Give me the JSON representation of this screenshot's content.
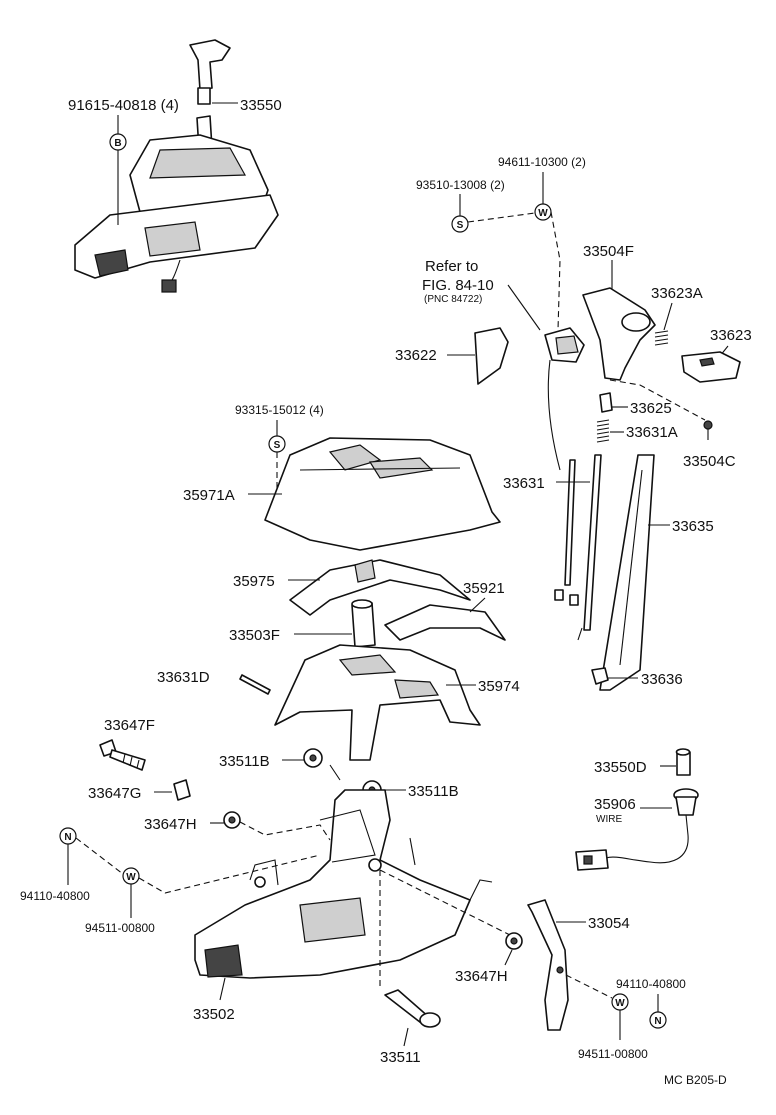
{
  "labels": {
    "p91615_40818": "91615-40818 (4)",
    "p33550": "33550",
    "p94611_10300": "94611-10300 (2)",
    "p93510_13008": "93510-13008 (2)",
    "refer1": "Refer to",
    "refer2": "FIG. 84-10",
    "refer3": "(PNC 84722)",
    "p33504F": "33504F",
    "p33623A": "33623A",
    "p33623": "33623",
    "p33622": "33622",
    "p93315_15012": "93315-15012 (4)",
    "p33625": "33625",
    "p33631A": "33631A",
    "p33504C": "33504C",
    "p35971A": "35971A",
    "p33631": "33631",
    "p33635": "33635",
    "p35975": "35975",
    "p35921": "35921",
    "p33503F": "33503F",
    "p33631D": "33631D",
    "p35974": "35974",
    "p33636": "33636",
    "p33647F": "33647F",
    "p33511B_a": "33511B",
    "p33511B_b": "33511B",
    "p33550D": "33550D",
    "p33647G": "33647G",
    "p35906": "35906",
    "wire": "WIRE",
    "p33647H_a": "33647H",
    "p94110_40800_a": "94110-40800",
    "p94511_00800_a": "94511-00800",
    "p33054": "33054",
    "p33647H_b": "33647H",
    "p94110_40800_b": "94110-40800",
    "p33502": "33502",
    "p33511": "33511",
    "p94511_00800_b": "94511-00800",
    "footer": "MC  B205-D"
  },
  "symbols": {
    "bolt_b": "B",
    "screw_s": "S",
    "washer_w": "W",
    "nut_n": "N"
  }
}
